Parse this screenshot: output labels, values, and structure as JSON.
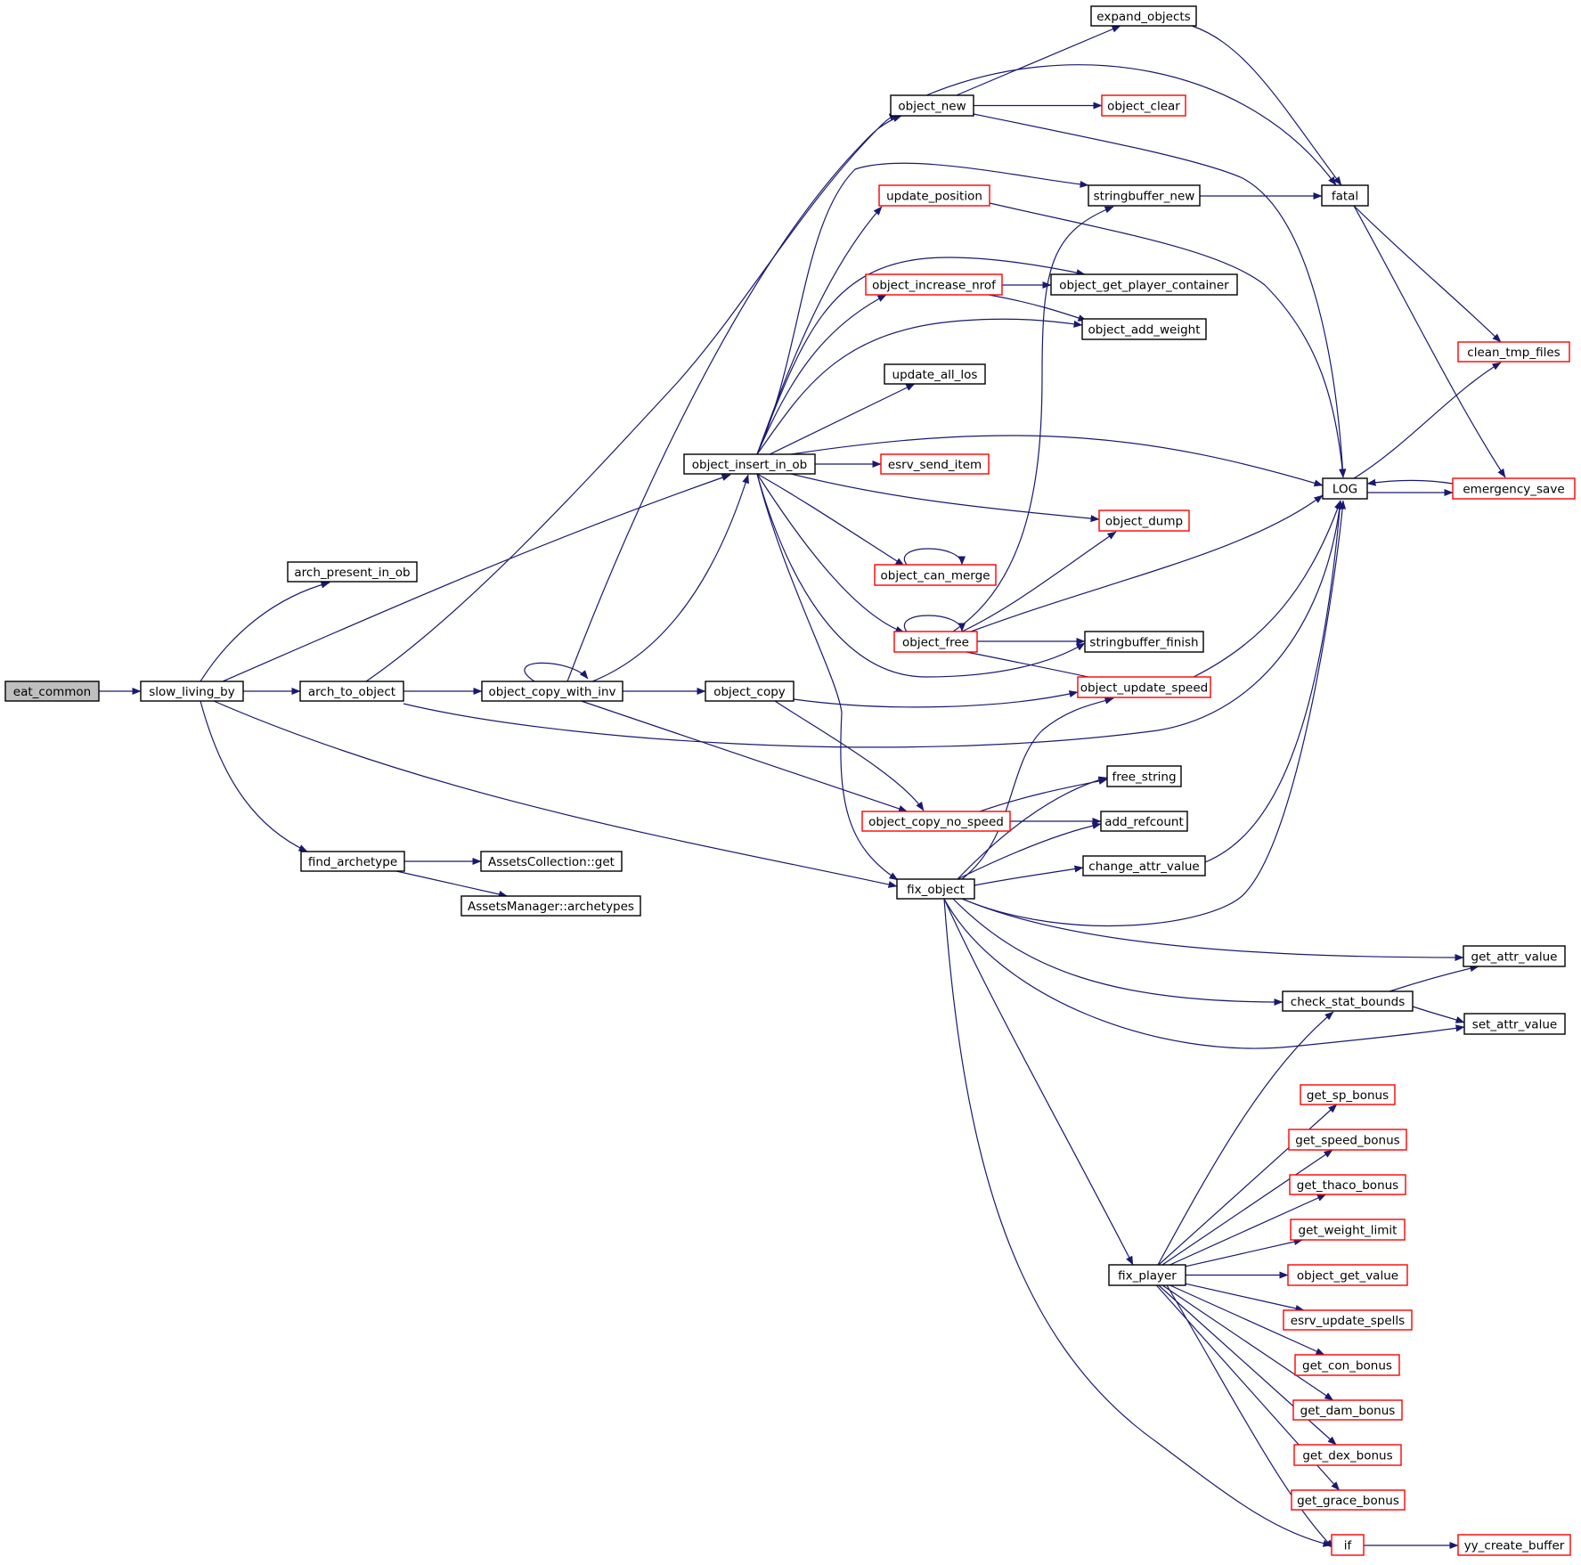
{
  "graph": {
    "colors": {
      "edge": "#191970",
      "border_default": "#000000",
      "border_incomplete": "#ff0000",
      "fill_root": "#bfbfbf",
      "fill_default": "#ffffff"
    },
    "nodes": [
      {
        "id": "eat_common",
        "label": "eat_common",
        "root": true
      },
      {
        "id": "slow_living_by",
        "label": "slow_living_by"
      },
      {
        "id": "arch_present_in_ob",
        "label": "arch_present_in_ob"
      },
      {
        "id": "arch_to_object",
        "label": "arch_to_object"
      },
      {
        "id": "find_archetype",
        "label": "find_archetype"
      },
      {
        "id": "AssetsCollection_get",
        "label": "AssetsCollection::get"
      },
      {
        "id": "AssetsManager_archetypes",
        "label": "AssetsManager::archetypes"
      },
      {
        "id": "object_copy_with_inv",
        "label": "object_copy_with_inv"
      },
      {
        "id": "object_insert_in_ob",
        "label": "object_insert_in_ob"
      },
      {
        "id": "object_copy",
        "label": "object_copy"
      },
      {
        "id": "object_new",
        "label": "object_new"
      },
      {
        "id": "expand_objects",
        "label": "expand_objects"
      },
      {
        "id": "object_clear",
        "label": "object_clear",
        "red": true
      },
      {
        "id": "update_position",
        "label": "update_position",
        "red": true
      },
      {
        "id": "stringbuffer_new",
        "label": "stringbuffer_new"
      },
      {
        "id": "object_increase_nrof",
        "label": "object_increase_nrof",
        "red": true
      },
      {
        "id": "object_get_player_container",
        "label": "object_get_player_container"
      },
      {
        "id": "object_add_weight",
        "label": "object_add_weight"
      },
      {
        "id": "update_all_los",
        "label": "update_all_los"
      },
      {
        "id": "esrv_send_item",
        "label": "esrv_send_item",
        "red": true
      },
      {
        "id": "object_dump",
        "label": "object_dump",
        "red": true
      },
      {
        "id": "object_can_merge",
        "label": "object_can_merge",
        "red": true
      },
      {
        "id": "object_free",
        "label": "object_free",
        "red": true
      },
      {
        "id": "stringbuffer_finish",
        "label": "stringbuffer_finish"
      },
      {
        "id": "object_update_speed",
        "label": "object_update_speed",
        "red": true
      },
      {
        "id": "free_string",
        "label": "free_string"
      },
      {
        "id": "add_refcount",
        "label": "add_refcount"
      },
      {
        "id": "object_copy_no_speed",
        "label": "object_copy_no_speed",
        "red": true
      },
      {
        "id": "change_attr_value",
        "label": "change_attr_value"
      },
      {
        "id": "fix_object",
        "label": "fix_object"
      },
      {
        "id": "fatal",
        "label": "fatal"
      },
      {
        "id": "LOG",
        "label": "LOG"
      },
      {
        "id": "clean_tmp_files",
        "label": "clean_tmp_files",
        "red": true
      },
      {
        "id": "emergency_save",
        "label": "emergency_save",
        "red": true
      },
      {
        "id": "get_attr_value",
        "label": "get_attr_value"
      },
      {
        "id": "check_stat_bounds",
        "label": "check_stat_bounds"
      },
      {
        "id": "set_attr_value",
        "label": "set_attr_value"
      },
      {
        "id": "fix_player",
        "label": "fix_player"
      },
      {
        "id": "get_sp_bonus",
        "label": "get_sp_bonus",
        "red": true
      },
      {
        "id": "get_speed_bonus",
        "label": "get_speed_bonus",
        "red": true
      },
      {
        "id": "get_thaco_bonus",
        "label": "get_thaco_bonus",
        "red": true
      },
      {
        "id": "get_weight_limit",
        "label": "get_weight_limit",
        "red": true
      },
      {
        "id": "object_get_value",
        "label": "object_get_value",
        "red": true
      },
      {
        "id": "esrv_update_spells",
        "label": "esrv_update_spells",
        "red": true
      },
      {
        "id": "get_con_bonus",
        "label": "get_con_bonus",
        "red": true
      },
      {
        "id": "get_dam_bonus",
        "label": "get_dam_bonus",
        "red": true
      },
      {
        "id": "get_dex_bonus",
        "label": "get_dex_bonus",
        "red": true
      },
      {
        "id": "get_grace_bonus",
        "label": "get_grace_bonus",
        "red": true
      },
      {
        "id": "if",
        "label": "if",
        "red": true
      },
      {
        "id": "yy_create_buffer",
        "label": "yy_create_buffer",
        "red": true
      }
    ],
    "edges": [
      [
        "eat_common",
        "slow_living_by"
      ],
      [
        "slow_living_by",
        "arch_present_in_ob"
      ],
      [
        "slow_living_by",
        "arch_to_object"
      ],
      [
        "slow_living_by",
        "find_archetype"
      ],
      [
        "slow_living_by",
        "object_insert_in_ob"
      ],
      [
        "slow_living_by",
        "fix_object"
      ],
      [
        "arch_to_object",
        "object_copy_with_inv"
      ],
      [
        "arch_to_object",
        "object_new"
      ],
      [
        "arch_to_object",
        "LOG"
      ],
      [
        "find_archetype",
        "AssetsCollection_get"
      ],
      [
        "find_archetype",
        "AssetsManager_archetypes"
      ],
      [
        "object_copy_with_inv",
        "object_copy_with_inv"
      ],
      [
        "object_copy_with_inv",
        "object_copy"
      ],
      [
        "object_copy_with_inv",
        "object_new"
      ],
      [
        "object_copy_with_inv",
        "object_insert_in_ob"
      ],
      [
        "object_copy_with_inv",
        "object_copy_no_speed"
      ],
      [
        "object_copy",
        "object_copy_no_speed"
      ],
      [
        "object_copy",
        "object_update_speed"
      ],
      [
        "object_new",
        "expand_objects"
      ],
      [
        "object_new",
        "object_clear"
      ],
      [
        "object_new",
        "fatal"
      ],
      [
        "object_new",
        "LOG"
      ],
      [
        "expand_objects",
        "fatal"
      ],
      [
        "object_insert_in_ob",
        "update_position"
      ],
      [
        "object_insert_in_ob",
        "stringbuffer_new"
      ],
      [
        "object_insert_in_ob",
        "object_increase_nrof"
      ],
      [
        "object_insert_in_ob",
        "object_get_player_container"
      ],
      [
        "object_insert_in_ob",
        "object_add_weight"
      ],
      [
        "object_insert_in_ob",
        "update_all_los"
      ],
      [
        "object_insert_in_ob",
        "esrv_send_item"
      ],
      [
        "object_insert_in_ob",
        "LOG"
      ],
      [
        "object_insert_in_ob",
        "object_dump"
      ],
      [
        "object_insert_in_ob",
        "object_can_merge"
      ],
      [
        "object_insert_in_ob",
        "object_free"
      ],
      [
        "object_insert_in_ob",
        "stringbuffer_finish"
      ],
      [
        "object_insert_in_ob",
        "fix_object"
      ],
      [
        "update_position",
        "LOG"
      ],
      [
        "object_increase_nrof",
        "object_get_player_container"
      ],
      [
        "object_increase_nrof",
        "object_add_weight"
      ],
      [
        "stringbuffer_new",
        "fatal"
      ],
      [
        "object_can_merge",
        "object_can_merge"
      ],
      [
        "object_free",
        "object_free"
      ],
      [
        "object_free",
        "stringbuffer_new"
      ],
      [
        "object_free",
        "object_dump"
      ],
      [
        "object_free",
        "LOG"
      ],
      [
        "object_free",
        "stringbuffer_finish"
      ],
      [
        "object_free",
        "object_update_speed"
      ],
      [
        "object_update_speed",
        "LOG"
      ],
      [
        "object_copy_no_speed",
        "free_string"
      ],
      [
        "object_copy_no_speed",
        "add_refcount"
      ],
      [
        "fix_object",
        "object_update_speed"
      ],
      [
        "fix_object",
        "free_string"
      ],
      [
        "fix_object",
        "add_refcount"
      ],
      [
        "fix_object",
        "change_attr_value"
      ],
      [
        "fix_object",
        "LOG"
      ],
      [
        "fix_object",
        "get_attr_value"
      ],
      [
        "fix_object",
        "check_stat_bounds"
      ],
      [
        "fix_object",
        "set_attr_value"
      ],
      [
        "fix_object",
        "fix_player"
      ],
      [
        "fix_object",
        "if"
      ],
      [
        "change_attr_value",
        "LOG"
      ],
      [
        "fatal",
        "clean_tmp_files"
      ],
      [
        "fatal",
        "emergency_save"
      ],
      [
        "LOG",
        "clean_tmp_files"
      ],
      [
        "LOG",
        "emergency_save"
      ],
      [
        "emergency_save",
        "LOG"
      ],
      [
        "check_stat_bounds",
        "get_attr_value"
      ],
      [
        "check_stat_bounds",
        "set_attr_value"
      ],
      [
        "fix_player",
        "check_stat_bounds"
      ],
      [
        "fix_player",
        "get_sp_bonus"
      ],
      [
        "fix_player",
        "get_speed_bonus"
      ],
      [
        "fix_player",
        "get_thaco_bonus"
      ],
      [
        "fix_player",
        "get_weight_limit"
      ],
      [
        "fix_player",
        "object_get_value"
      ],
      [
        "fix_player",
        "esrv_update_spells"
      ],
      [
        "fix_player",
        "get_con_bonus"
      ],
      [
        "fix_player",
        "get_dam_bonus"
      ],
      [
        "fix_player",
        "get_dex_bonus"
      ],
      [
        "fix_player",
        "get_grace_bonus"
      ],
      [
        "fix_player",
        "if"
      ],
      [
        "if",
        "yy_create_buffer"
      ]
    ]
  }
}
